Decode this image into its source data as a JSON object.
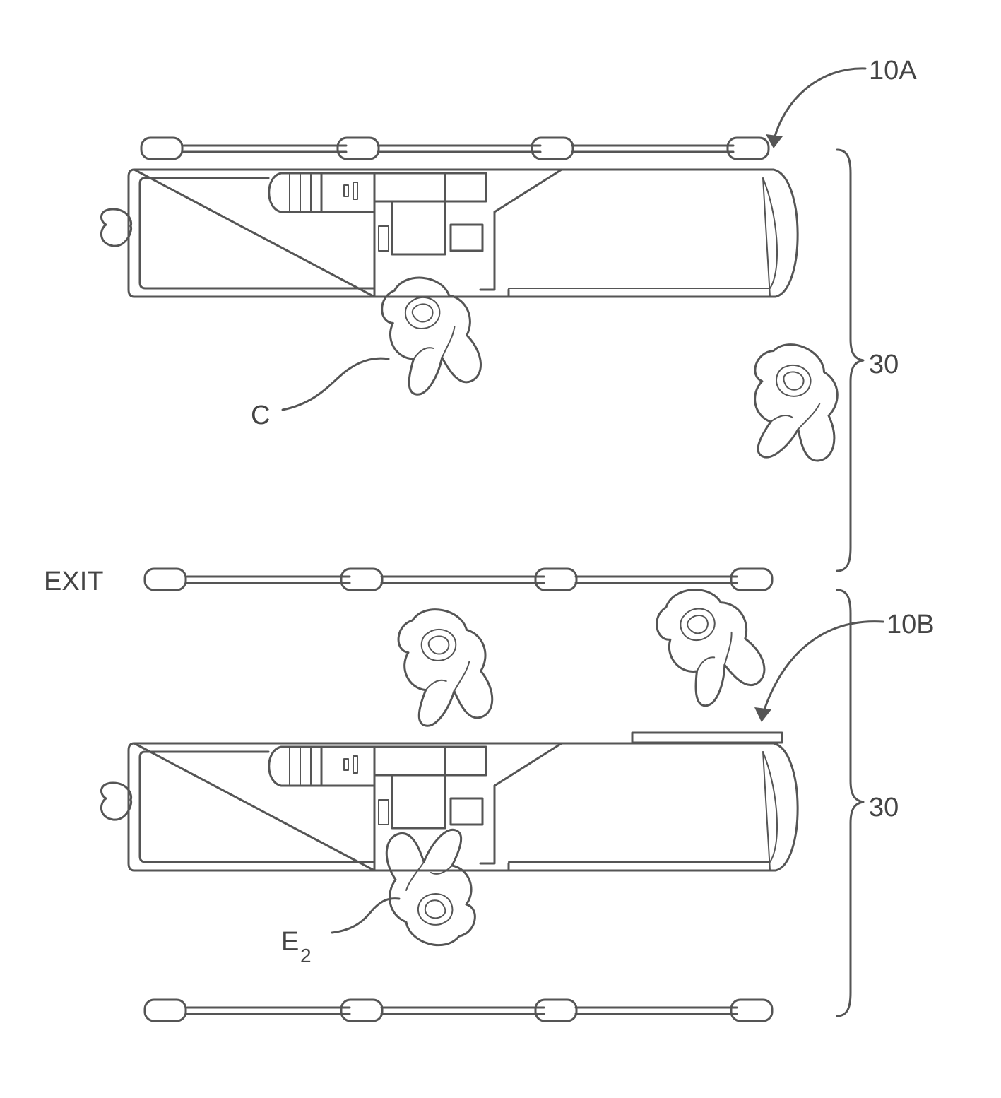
{
  "labels": {
    "checkout_a": "10A",
    "checkout_b": "10B",
    "region_upper": "30",
    "region_lower": "30",
    "cashier": "C",
    "employee_letter": "E",
    "employee_sub": "2",
    "exit": "EXIT"
  }
}
